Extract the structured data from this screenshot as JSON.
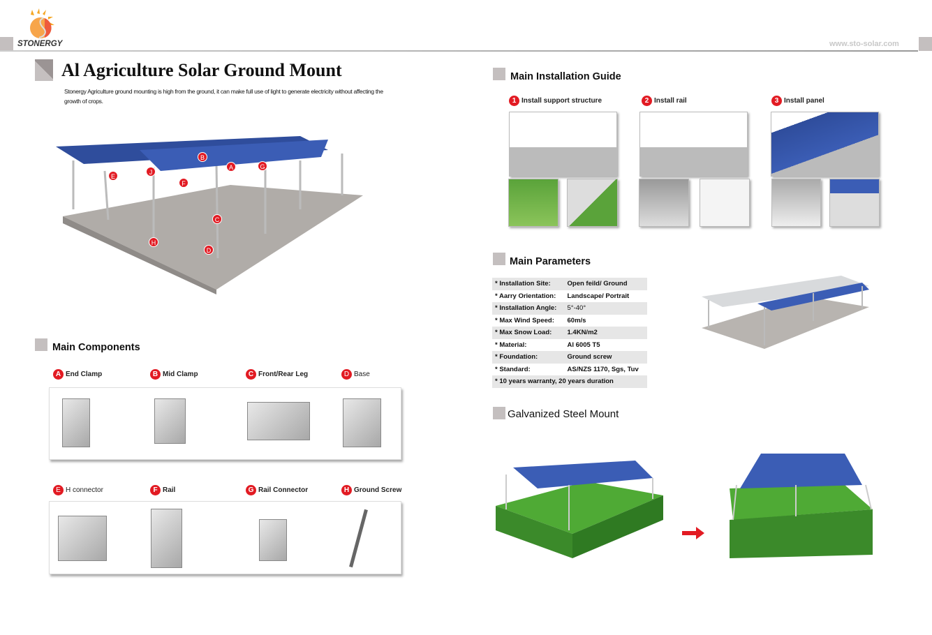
{
  "header": {
    "brand": "STONERGY",
    "url": "www.sto-solar.com"
  },
  "title": "Al Agriculture Solar Ground Mount",
  "description": "Stonergy Agriculture ground mounting is high from the ground, it can make full use of light to generate electricity without affecting the growth of crops.",
  "diagram_markers": [
    "A",
    "B",
    "C",
    "D",
    "E",
    "F",
    "G",
    "H",
    "J"
  ],
  "components": {
    "heading": "Main Components",
    "items": [
      {
        "letter": "A",
        "name": "End Clamp"
      },
      {
        "letter": "B",
        "name": "Mid Clamp"
      },
      {
        "letter": "C",
        "name": "Front/Rear Leg"
      },
      {
        "letter": "D",
        "name": "Base"
      },
      {
        "letter": "E",
        "name": "H connector"
      },
      {
        "letter": "F",
        "name": "Rail"
      },
      {
        "letter": "G",
        "name": "Rail Connector"
      },
      {
        "letter": "H",
        "name": "Ground Screw"
      }
    ]
  },
  "guide": {
    "heading": "Main Installation Guide",
    "steps": [
      {
        "num": "1",
        "label": "Install support structure"
      },
      {
        "num": "2",
        "label": "Install rail"
      },
      {
        "num": "3",
        "label": "Install panel"
      }
    ]
  },
  "parameters": {
    "heading": "Main Parameters",
    "rows": [
      {
        "k": "* Installation Site:",
        "v": "Open feild/ Ground"
      },
      {
        "k": "* Aarry Orientation:",
        "v": "Landscape/ Portrait"
      },
      {
        "k": "* Installation Angle:",
        "v": "5°-40°"
      },
      {
        "k": "* Max Wind Speed:",
        "v": "60m/s"
      },
      {
        "k": "* Max Snow Load:",
        "v": "1.4KN/m2"
      },
      {
        "k": "* Material:",
        "v": "Al 6005 T5"
      },
      {
        "k": "* Foundation:",
        "v": "Ground screw"
      },
      {
        "k": "* Standard:",
        "v": "AS/NZS 1170, Sgs, Tuv"
      },
      {
        "k": "* 10 years warranty, 20 years duration",
        "v": ""
      }
    ]
  },
  "galvanized": {
    "heading": "Galvanized Steel Mount"
  },
  "colors": {
    "accent": "#e21b23",
    "square": "#c4bfbf"
  }
}
